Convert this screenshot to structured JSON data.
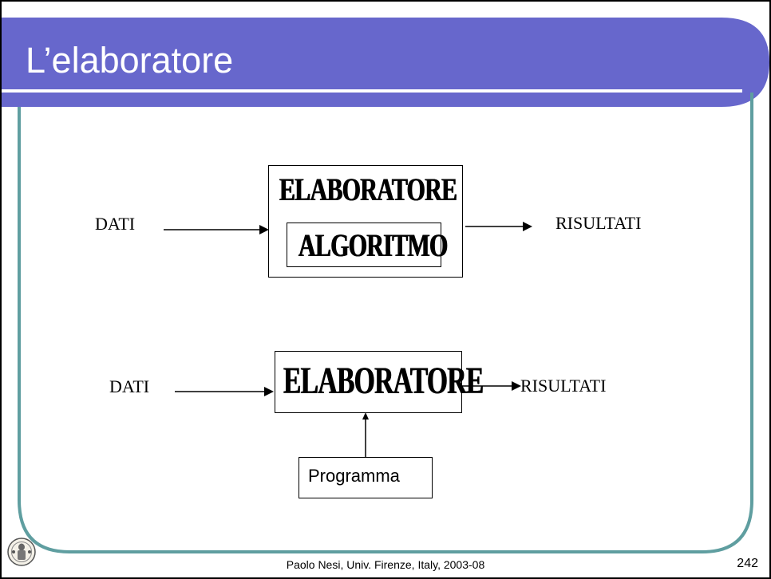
{
  "slide": {
    "title": "L’elaboratore",
    "accent_color": "#6767cc",
    "frame_color": "#5f9ea0",
    "footer": "Paolo Nesi, Univ. Firenze, Italy, 2003-08",
    "page_number": "242"
  },
  "diagram_top": {
    "input_label": "DATI",
    "processor_label": "ELABORATORE",
    "inner_label": "ALGORITMO",
    "output_label": "RISULTATI"
  },
  "diagram_bottom": {
    "input_label": "DATI",
    "processor_label": "ELABORATORE",
    "output_label": "RISULTATI",
    "program_label": "Programma"
  },
  "icons": {
    "logo": "university-seal-icon"
  }
}
